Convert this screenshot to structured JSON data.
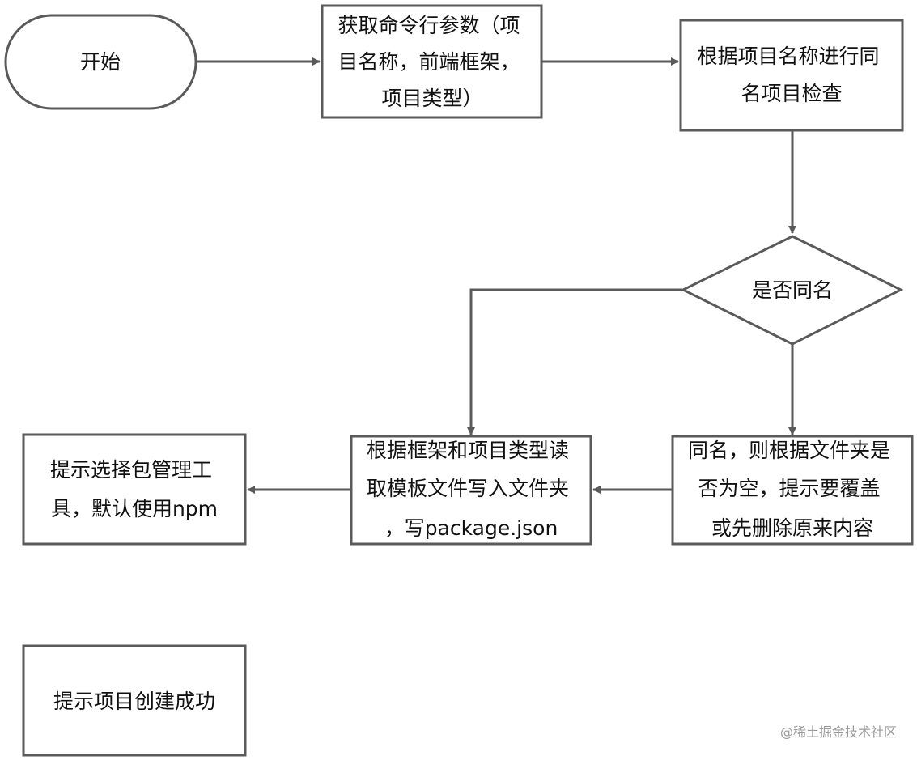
{
  "colors": {
    "stroke": "#5a5a5a",
    "text": "#111111",
    "watermark": "#9a9a9a",
    "background": "#ffffff"
  },
  "nodes": {
    "start": {
      "lines": [
        "开始"
      ]
    },
    "get_args": {
      "lines": [
        "获取命令行参数（项",
        "目名称，前端框架，",
        "项目类型）"
      ]
    },
    "check_name": {
      "lines": [
        "根据项目名称进行同",
        "名项目检查"
      ]
    },
    "same_name_decision": {
      "lines": [
        "是否同名"
      ]
    },
    "handle_same_name": {
      "lines": [
        "同名，则根据文件夹是",
        "否为空，提示要覆盖",
        "或先删除原来内容"
      ]
    },
    "read_template": {
      "lines": [
        "根据框架和项目类型读",
        "取模板文件写入文件夹",
        "，写package.json"
      ]
    },
    "choose_pkg_manager": {
      "lines": [
        "提示选择包管理工",
        "具，默认使用npm"
      ]
    },
    "success": {
      "lines": [
        "提示项目创建成功"
      ]
    }
  },
  "watermark": "@稀土掘金技术社区"
}
